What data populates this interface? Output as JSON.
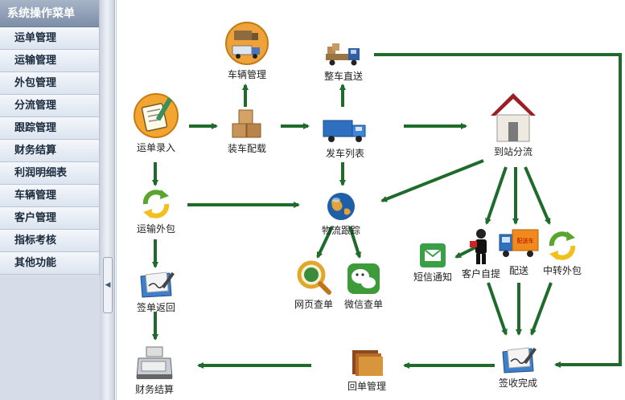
{
  "sidebar": {
    "title": "系统操作菜单",
    "items": [
      {
        "label": "运单管理"
      },
      {
        "label": "运输管理"
      },
      {
        "label": "外包管理"
      },
      {
        "label": "分流管理"
      },
      {
        "label": "跟踪管理"
      },
      {
        "label": "财务结算"
      },
      {
        "label": "利润明细表"
      },
      {
        "label": "车辆管理"
      },
      {
        "label": "客户管理"
      },
      {
        "label": "指标考核"
      },
      {
        "label": "其他功能"
      }
    ]
  },
  "splitter": {
    "collapse_glyph": "◀"
  },
  "flow": {
    "arrow_color": "#1f6b2c",
    "nodes": {
      "waybill_entry": {
        "label": "运单录入",
        "icon": "notepad-pencil-icon"
      },
      "loading": {
        "label": "装车配载",
        "icon": "boxes-icon"
      },
      "vehicle_mgmt": {
        "label": "车辆管理",
        "icon": "truck-circle-icon"
      },
      "direct_delivery": {
        "label": "整车直送",
        "icon": "loaded-truck-icon"
      },
      "departure_list": {
        "label": "发车列表",
        "icon": "blue-truck-icon"
      },
      "station_split": {
        "label": "到站分流",
        "icon": "house-icon"
      },
      "outsourcing": {
        "label": "运输外包",
        "icon": "recycle-arrows-icon"
      },
      "tracking": {
        "label": "物流跟踪",
        "icon": "globe-icon"
      },
      "receipt_return": {
        "label": "签单返回",
        "icon": "signed-folder-icon"
      },
      "web_query": {
        "label": "网页查单",
        "icon": "magnifier-icon"
      },
      "wechat_query": {
        "label": "微信查单",
        "icon": "wechat-icon"
      },
      "sms": {
        "label": "短信通知",
        "icon": "envelope-icon"
      },
      "self_pickup": {
        "label": "客户自提",
        "icon": "person-package-icon"
      },
      "delivery": {
        "label": "配送",
        "icon": "delivery-truck-icon",
        "truck_text": "配送车"
      },
      "transfer_outsource": {
        "label": "中转外包",
        "icon": "recycle-arrows-icon"
      },
      "finance": {
        "label": "财务结算",
        "icon": "cash-register-icon"
      },
      "receipt_mgmt": {
        "label": "回单管理",
        "icon": "folders-icon"
      },
      "sign_complete": {
        "label": "签收完成",
        "icon": "signed-folder-icon"
      }
    }
  }
}
